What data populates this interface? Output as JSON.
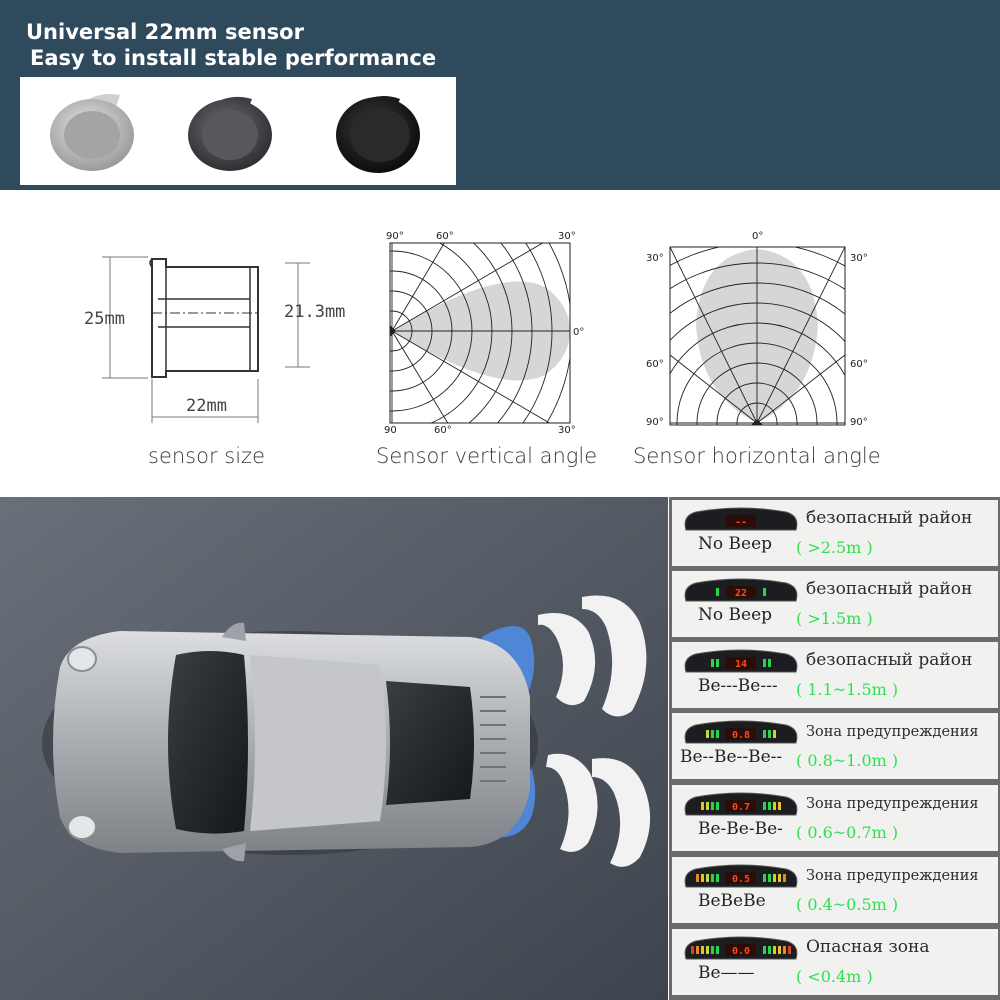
{
  "banner": {
    "line1": "Universal 22mm sensor",
    "line2": "Easy to install stable performance",
    "sensor_colors": [
      "#c9c9c9",
      "#4a4c4f",
      "#1c1c1e"
    ]
  },
  "diagrams": {
    "size": {
      "caption": "sensor size",
      "height_label": "25mm",
      "inner_label": "21.3mm",
      "width_label": "22mm"
    },
    "vertical": {
      "caption": "Sensor vertical angle",
      "angle_labels": [
        "90°",
        "60°",
        "30°",
        "0°",
        "90",
        "60°",
        "30°"
      ]
    },
    "horizontal": {
      "caption": "Sensor horizontal angle",
      "angle_labels": [
        "0°",
        "30°",
        "30°",
        "60°",
        "60°",
        "90°",
        "90°"
      ]
    }
  },
  "car": {
    "body_color": "#b8babd",
    "wave_blue": "#4f86d6",
    "background": "#4e5560"
  },
  "display_rows": [
    {
      "readout": "--",
      "zone": "безопасный район",
      "beep": "No Beep",
      "range": "( >2.5m )",
      "bars": 0
    },
    {
      "readout": "22",
      "zone": "безопасный район",
      "beep": "No Beep",
      "range": "( >1.5m )",
      "bars": 1
    },
    {
      "readout": "14",
      "zone": "безопасный район",
      "beep": "Be---Be---",
      "range": "( 1.1~1.5m )",
      "bars": 2
    },
    {
      "readout": "0.8",
      "zone": "Зона предупреждения",
      "beep": "Be--Be--Be--",
      "range": "( 0.8~1.0m )",
      "bars": 3
    },
    {
      "readout": "0.7",
      "zone": "Зона предупреждения",
      "beep": "Be-Be-Be-",
      "range": "( 0.6~0.7m )",
      "bars": 4
    },
    {
      "readout": "0.5",
      "zone": "Зона предупреждения",
      "beep": "BeBeBe",
      "range": "( 0.4~0.5m )",
      "bars": 5
    },
    {
      "readout": "0.0",
      "zone": "Опасная зона",
      "beep": "Be——",
      "range": "( <0.4m )",
      "bars": 6
    }
  ]
}
